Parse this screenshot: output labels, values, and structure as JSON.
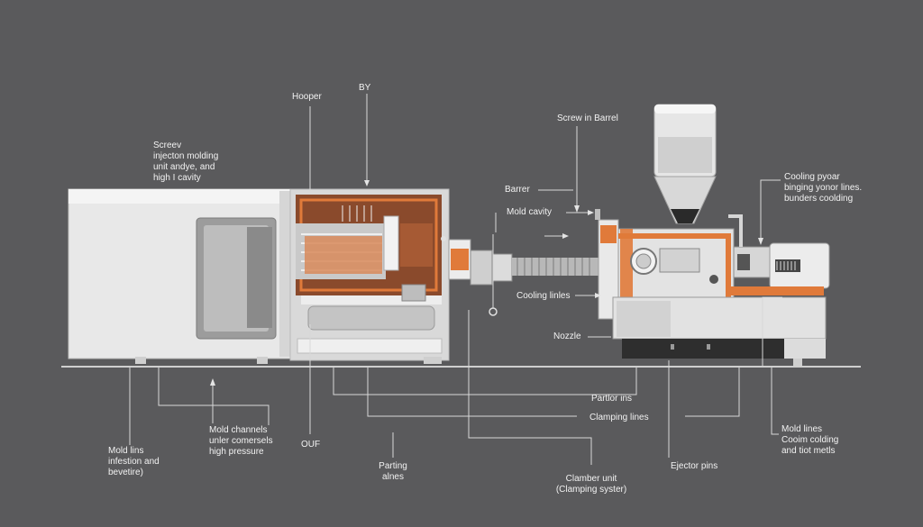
{
  "labels": {
    "hopper": "Hooper",
    "by": "BY",
    "screw_top_left": "Screev\ninjecton molding\nunit andye, and\nhigh I cavity",
    "screw_in_barrel": "Screw in Barrel",
    "barrel": "Barrer",
    "mold_cavity": "Mold cavity",
    "cooling_right": "Cooling pyoar\nbinging yonor lines.\nbunders coolding",
    "cooling_lines": "Cooling linles",
    "nozzle": "Nozzle",
    "partion": "Partlor ins",
    "clamping_lines": "Clamping lines",
    "mold_lines_right": "Mold lines\nCooim colding\nand tiot metls",
    "mold_channels": "Mold channels\nunler comersels\nhigh pressure",
    "mold_lins_left": "Mold lins\ninfestion and\nbevetire)",
    "ouf": "OUF",
    "parting": "Parting\nalnes",
    "clamber": "Clamber unit\n(Clamping syster)",
    "ejector": "Ejector pins"
  },
  "colors": {
    "background": "#5a5a5c",
    "orange": "#e07a3a",
    "brown": "#8a4a2c",
    "machine": "#e4e4e4",
    "line": "#d8d8d8"
  }
}
